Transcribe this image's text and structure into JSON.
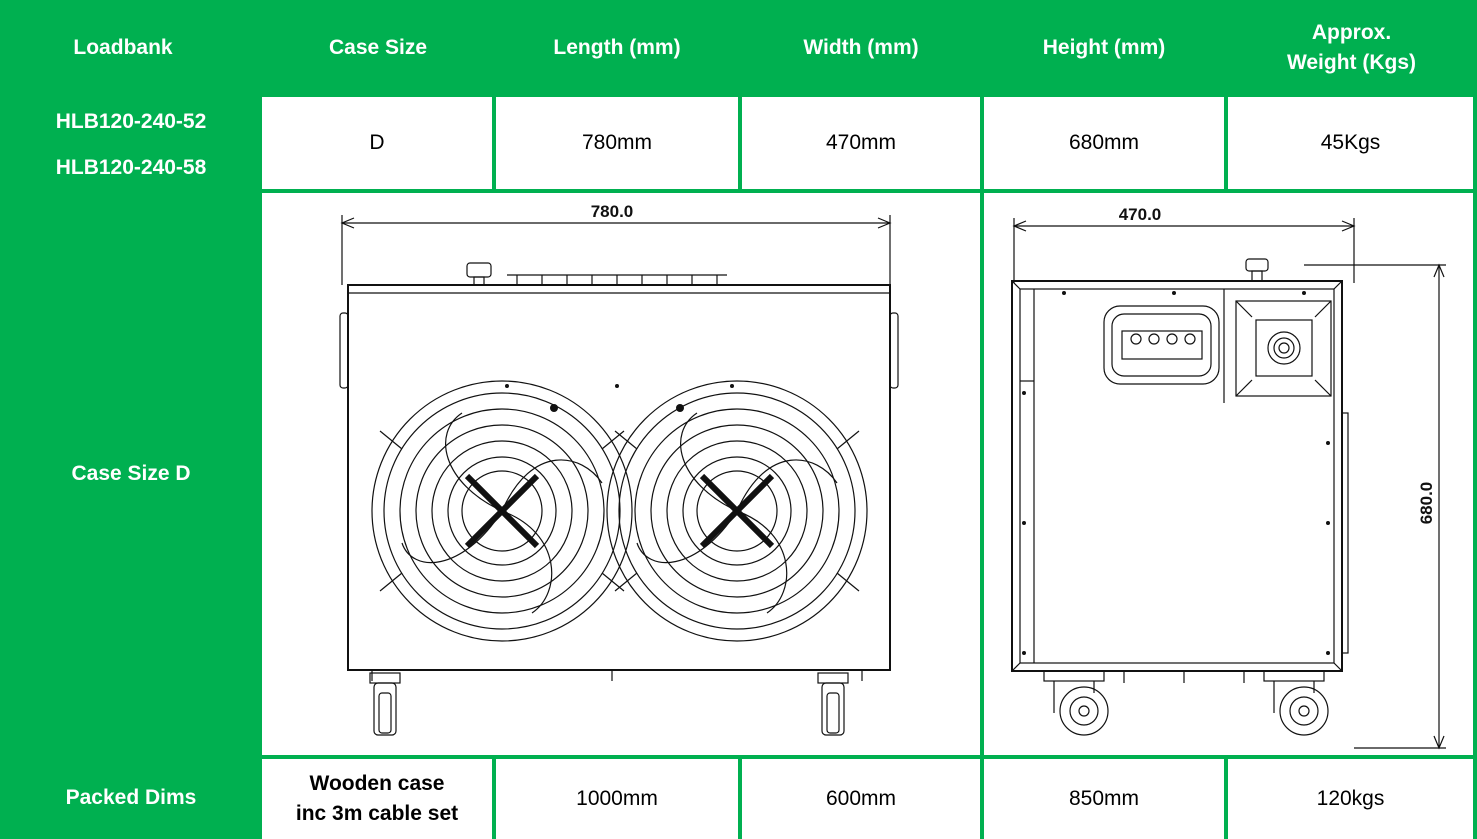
{
  "header": {
    "loadbank": "Loadbank",
    "case_size": "Case Size",
    "length": "Length (mm)",
    "width": "Width (mm)",
    "height": "Height (mm)",
    "weight_line1": "Approx.",
    "weight_line2": "Weight (Kgs)"
  },
  "model_row": {
    "models": [
      "HLB120-240-52",
      "HLB120-240-58"
    ],
    "case_size": "D",
    "length": "780mm",
    "width": "470mm",
    "height": "680mm",
    "weight": "45Kgs"
  },
  "drawing_row": {
    "label": "Case Size D",
    "front_dimension": "780.0",
    "side_width_dimension": "470.0",
    "side_height_dimension": "680.0"
  },
  "packed_row": {
    "label": "Packed Dims",
    "case_line1": "Wooden case",
    "case_line2": "inc 3m cable set",
    "length": "1000mm",
    "width": "600mm",
    "height": "850mm",
    "weight": "120kgs"
  },
  "colors": {
    "header_green": "#00b050",
    "text_white": "#ffffff",
    "text_black": "#000000"
  }
}
